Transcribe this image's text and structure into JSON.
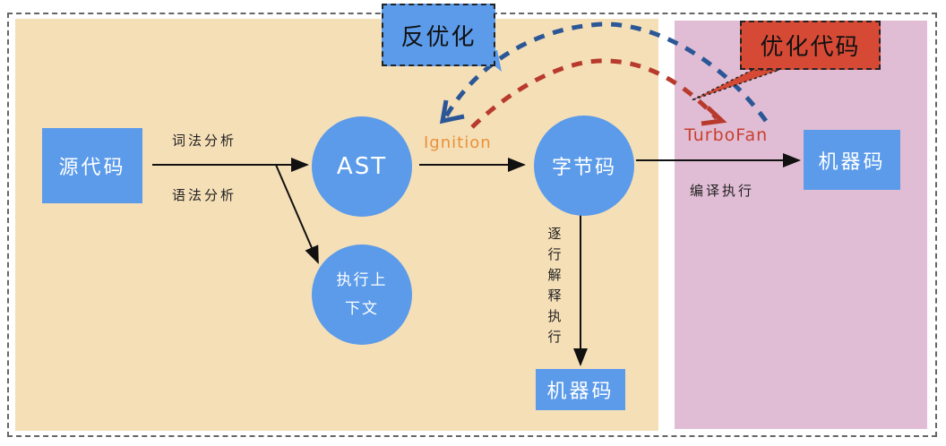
{
  "colors": {
    "v8_panel": "#f5dfb7",
    "machine_panel": "#e0bdd4",
    "node_fill": "#5b9bea",
    "deopt_callout": "#5b9bea",
    "opt_callout": "#d64a35",
    "deopt_arrow": "#2b5797",
    "opt_arrow": "#b83a2c",
    "ignition_text": "#e8913a",
    "turbofan_text": "#c8402f"
  },
  "nodes": {
    "source_code": "源代码",
    "ast": "AST",
    "exec_context_line1": "执行上",
    "exec_context_line2": "下文",
    "bytecode": "字节码",
    "machine_code_interp": "机器码",
    "machine_code_compiled": "机器码"
  },
  "edges": {
    "lexical_analysis": "词法分析",
    "syntax_analysis": "语法分析",
    "ignition": "Ignition",
    "turbofan": "TurboFan",
    "compile_execute": "编译执行",
    "interpret_line_by_line": [
      "逐",
      "行",
      "解",
      "释",
      "执",
      "行"
    ]
  },
  "callouts": {
    "deoptimize": "反优化",
    "optimized_code": "优化代码"
  }
}
